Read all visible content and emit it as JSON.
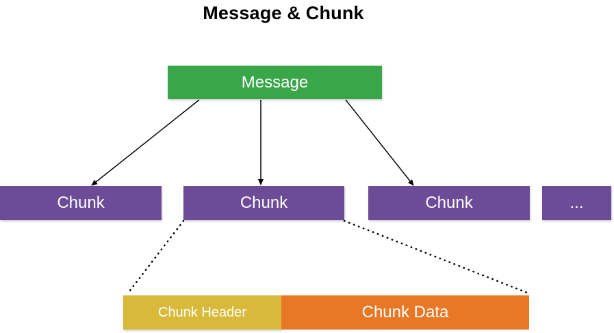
{
  "title": "Message & Chunk",
  "message": {
    "label": "Message"
  },
  "chunks": [
    {
      "label": "Chunk"
    },
    {
      "label": "Chunk"
    },
    {
      "label": "Chunk"
    },
    {
      "label": "..."
    }
  ],
  "chunk_detail": {
    "header_label": "Chunk Header",
    "data_label": "Chunk Data"
  },
  "colors": {
    "message": "#39a64a",
    "chunk": "#6c4c97",
    "chunk_header": "#d9b93a",
    "chunk_data": "#e87726"
  }
}
